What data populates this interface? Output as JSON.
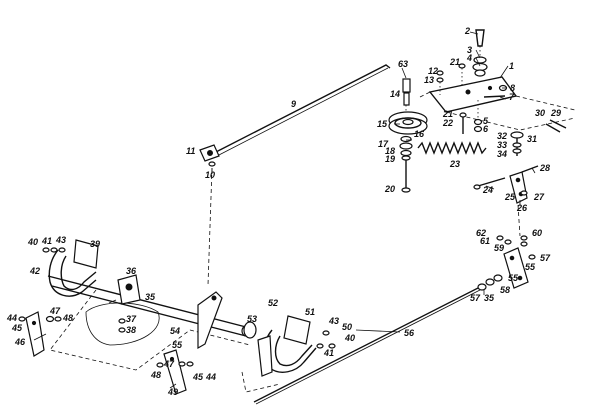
{
  "diagram": {
    "labels": [
      {
        "id": "l1",
        "text": "1"
      },
      {
        "id": "l2",
        "text": "2"
      },
      {
        "id": "l3",
        "text": "3"
      },
      {
        "id": "l4",
        "text": "4"
      },
      {
        "id": "l5",
        "text": "5"
      },
      {
        "id": "l6",
        "text": "6"
      },
      {
        "id": "l7",
        "text": "7"
      },
      {
        "id": "l8",
        "text": "8"
      },
      {
        "id": "l9",
        "text": "9"
      },
      {
        "id": "l10",
        "text": "10"
      },
      {
        "id": "l11",
        "text": "11"
      },
      {
        "id": "l12",
        "text": "12"
      },
      {
        "id": "l13",
        "text": "13"
      },
      {
        "id": "l14",
        "text": "14"
      },
      {
        "id": "l15",
        "text": "15"
      },
      {
        "id": "l16",
        "text": "16"
      },
      {
        "id": "l17",
        "text": "17"
      },
      {
        "id": "l18",
        "text": "18"
      },
      {
        "id": "l19",
        "text": "19"
      },
      {
        "id": "l20",
        "text": "20"
      },
      {
        "id": "l21a",
        "text": "21"
      },
      {
        "id": "l21b",
        "text": "21"
      },
      {
        "id": "l22",
        "text": "22"
      },
      {
        "id": "l23",
        "text": "23"
      },
      {
        "id": "l24",
        "text": "24"
      },
      {
        "id": "l25",
        "text": "25"
      },
      {
        "id": "l26",
        "text": "26"
      },
      {
        "id": "l27",
        "text": "27"
      },
      {
        "id": "l28",
        "text": "28"
      },
      {
        "id": "l29",
        "text": "29"
      },
      {
        "id": "l30",
        "text": "30"
      },
      {
        "id": "l31",
        "text": "31"
      },
      {
        "id": "l32",
        "text": "32"
      },
      {
        "id": "l33",
        "text": "33"
      },
      {
        "id": "l34",
        "text": "34"
      },
      {
        "id": "l35a",
        "text": "35"
      },
      {
        "id": "l35b",
        "text": "35"
      },
      {
        "id": "l36",
        "text": "36"
      },
      {
        "id": "l37",
        "text": "37"
      },
      {
        "id": "l38",
        "text": "38"
      },
      {
        "id": "l39",
        "text": "39"
      },
      {
        "id": "l40a",
        "text": "40"
      },
      {
        "id": "l40b",
        "text": "40"
      },
      {
        "id": "l41a",
        "text": "41"
      },
      {
        "id": "l41b",
        "text": "41"
      },
      {
        "id": "l42",
        "text": "42"
      },
      {
        "id": "l43a",
        "text": "43"
      },
      {
        "id": "l43b",
        "text": "43"
      },
      {
        "id": "l44a",
        "text": "44"
      },
      {
        "id": "l44b",
        "text": "44"
      },
      {
        "id": "l45a",
        "text": "45"
      },
      {
        "id": "l45b",
        "text": "45"
      },
      {
        "id": "l46",
        "text": "46"
      },
      {
        "id": "l47a",
        "text": "47"
      },
      {
        "id": "l47b",
        "text": "47"
      },
      {
        "id": "l48a",
        "text": "48"
      },
      {
        "id": "l48b",
        "text": "48"
      },
      {
        "id": "l49",
        "text": "49"
      },
      {
        "id": "l50",
        "text": "50"
      },
      {
        "id": "l51",
        "text": "51"
      },
      {
        "id": "l52",
        "text": "52"
      },
      {
        "id": "l53",
        "text": "53"
      },
      {
        "id": "l54",
        "text": "54"
      },
      {
        "id": "l55a",
        "text": "55"
      },
      {
        "id": "l55b",
        "text": "55"
      },
      {
        "id": "l55c",
        "text": "55"
      },
      {
        "id": "l56",
        "text": "56"
      },
      {
        "id": "l57a",
        "text": "57"
      },
      {
        "id": "l57b",
        "text": "57"
      },
      {
        "id": "l58",
        "text": "58"
      },
      {
        "id": "l59",
        "text": "59"
      },
      {
        "id": "l60",
        "text": "60"
      },
      {
        "id": "l61",
        "text": "61"
      },
      {
        "id": "l62",
        "text": "62"
      },
      {
        "id": "l63",
        "text": "63"
      }
    ]
  }
}
